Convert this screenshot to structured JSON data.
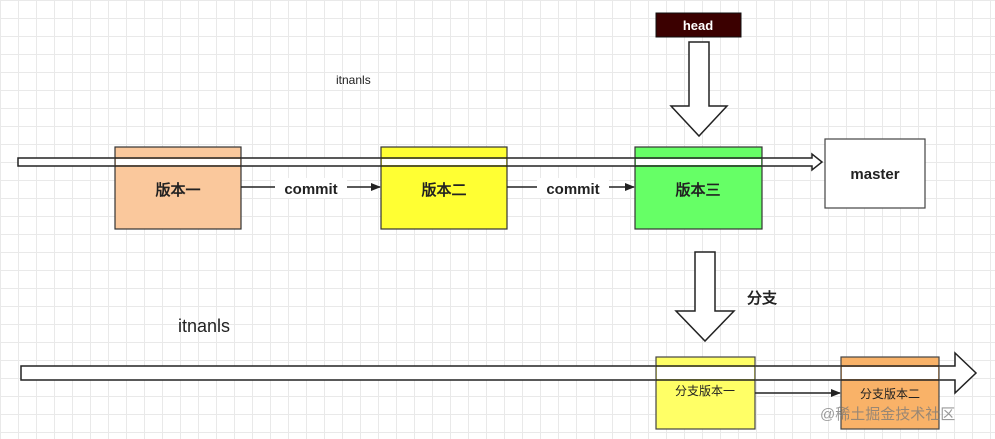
{
  "diagram": {
    "head_label": "head",
    "master_label": "master",
    "watermark_top": "itnanls",
    "watermark_mid": "itnanls",
    "branch_label": "分支",
    "commit_edge_label": "commit",
    "versions": [
      {
        "label": "版本一",
        "color": "#fac89c"
      },
      {
        "label": "版本二",
        "color": "#ffff33"
      },
      {
        "label": "版本三",
        "color": "#66ff66"
      }
    ],
    "branch_versions": [
      {
        "label": "分支版本一",
        "color": "#ffff66"
      },
      {
        "label": "分支版本二",
        "color": "#f9b268"
      }
    ],
    "head_box_color": "#3b0000",
    "credit": "@稀土掘金技术社区"
  }
}
